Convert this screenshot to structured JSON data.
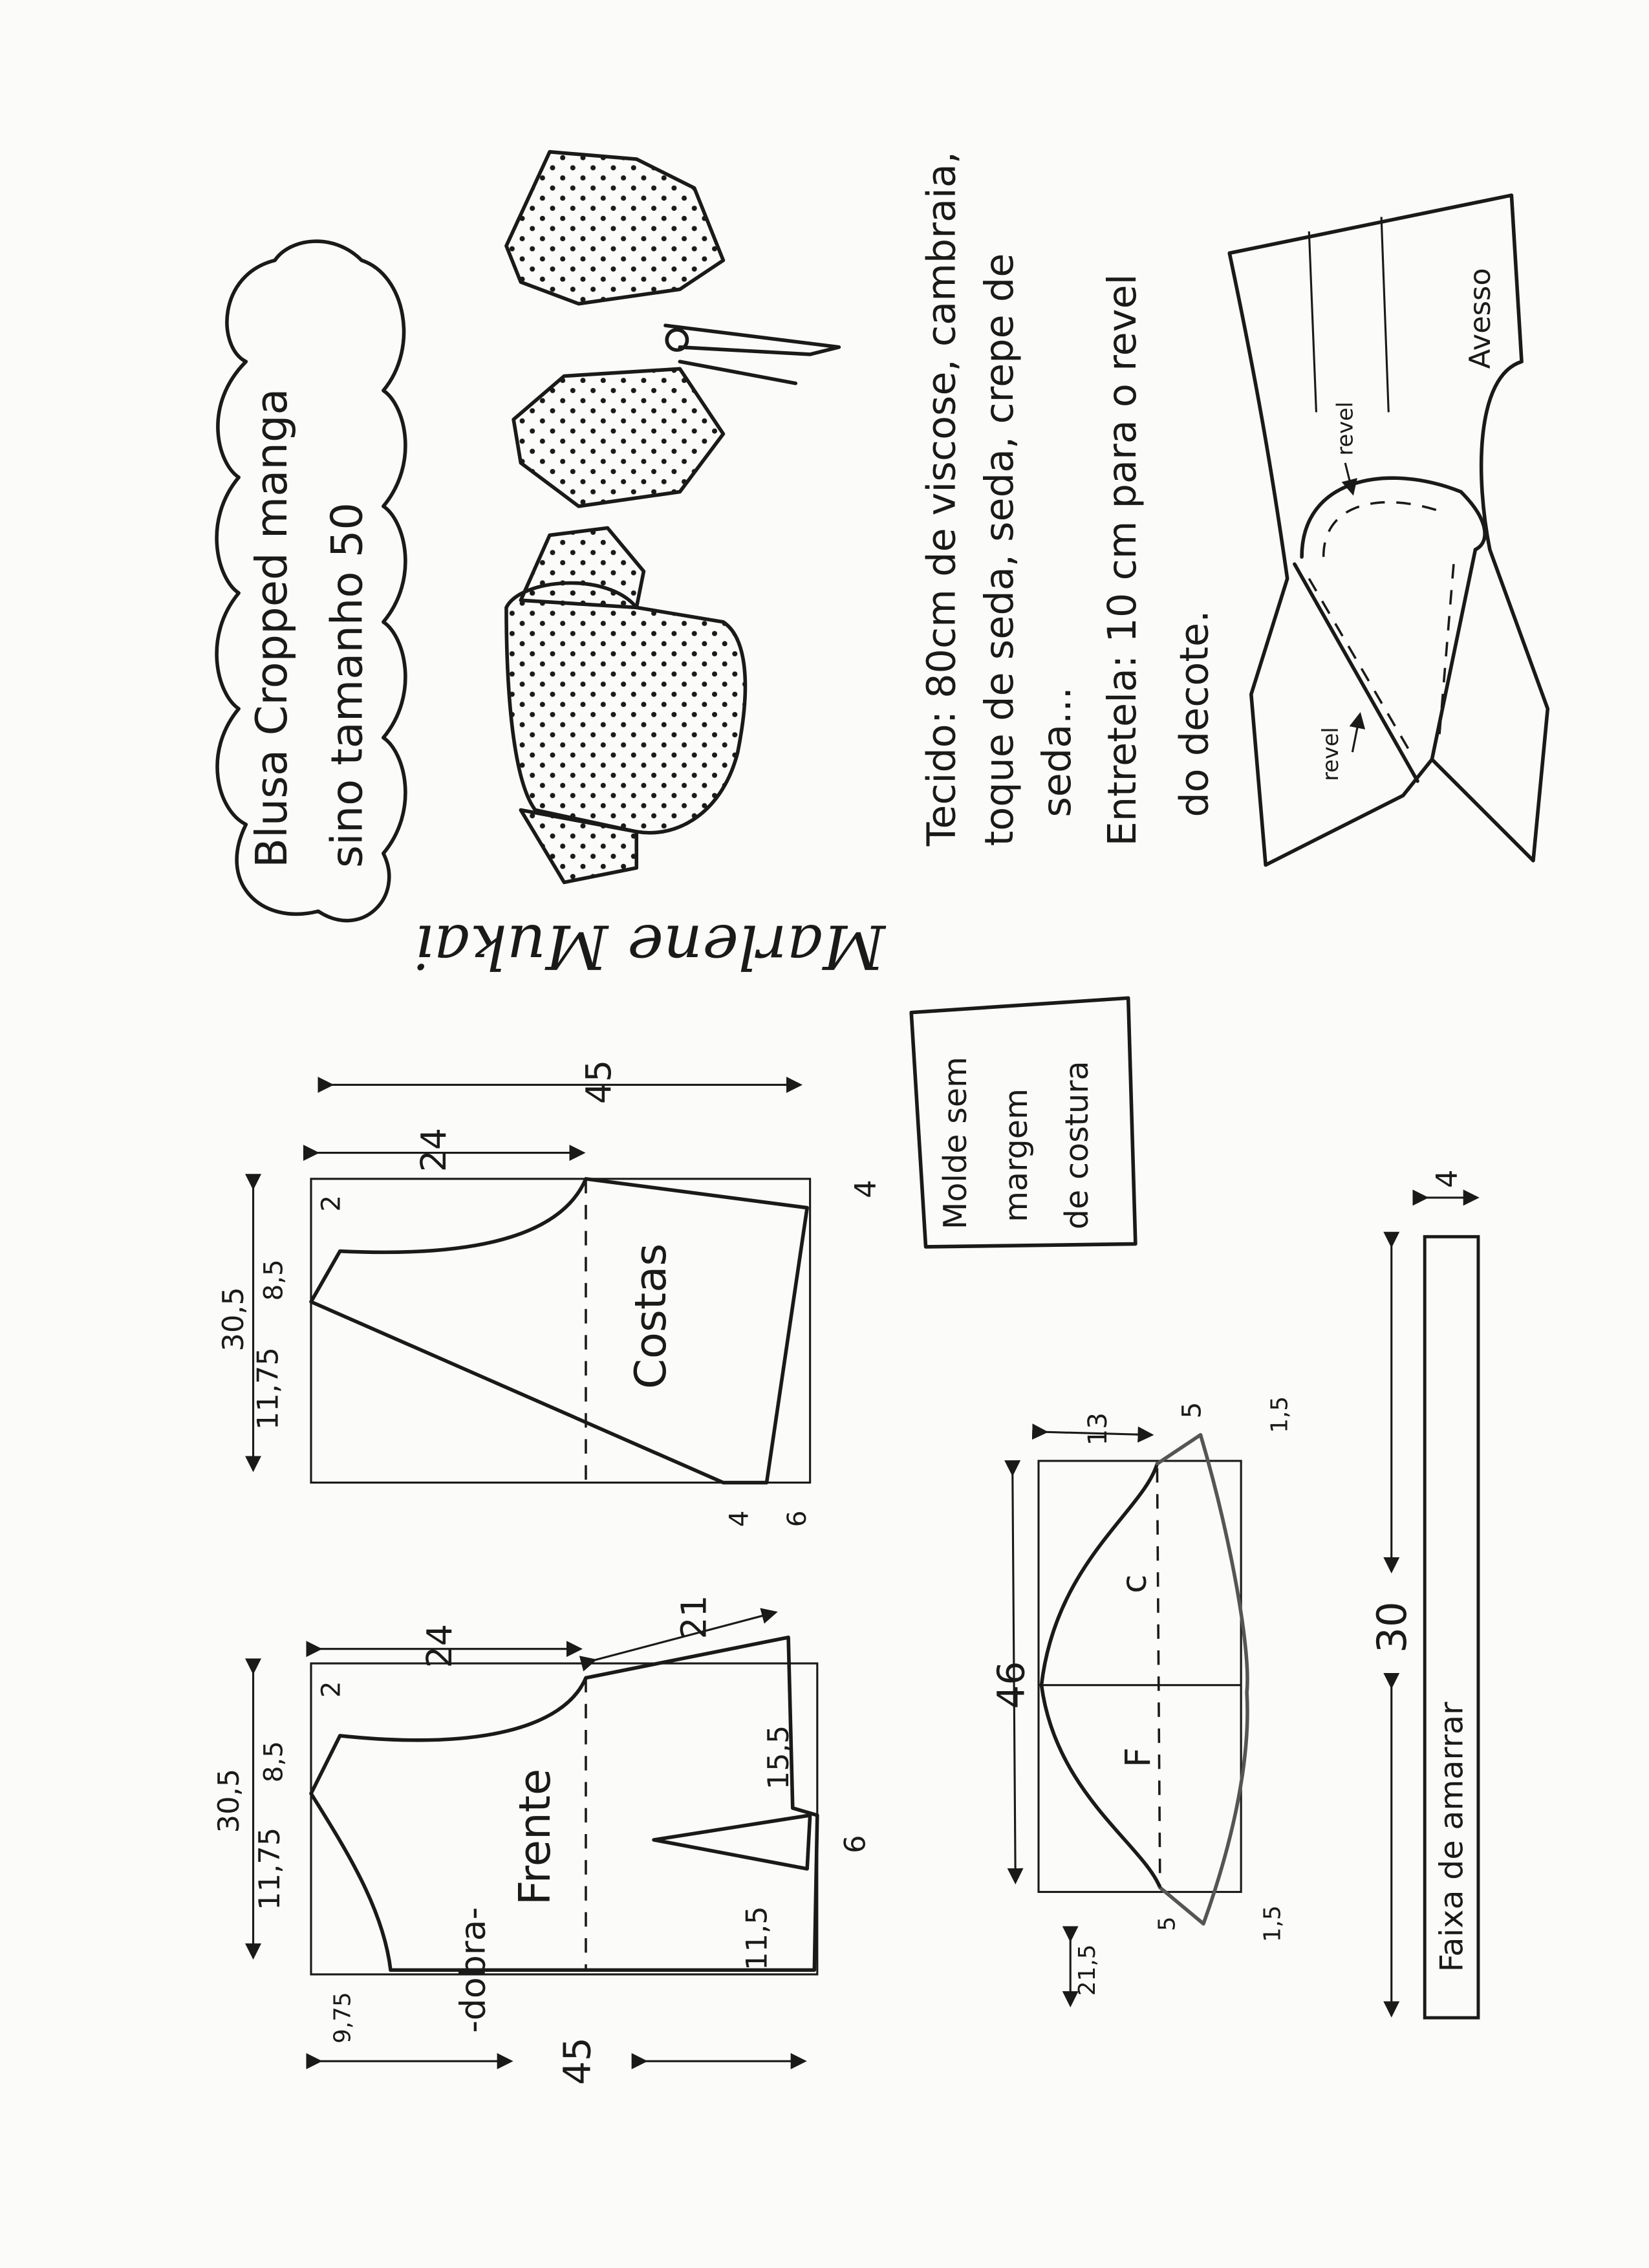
{
  "title": {
    "line1": "Blusa Cropped manga",
    "line2": "sino tamanho 50"
  },
  "signature": "Marlene Mukai",
  "materials": {
    "line1": "Tecido: 80cm de viscose, cambraia,",
    "line2": "toque de seda, seda, crepe de",
    "line3": "seda...",
    "line4": "Entretela: 10 cm para o revel",
    "line5": "do decote."
  },
  "facing_diagram": {
    "avesso": "Avesso",
    "revel_top": "revel",
    "revel_bottom": "revel"
  },
  "note": {
    "line1": "Molde sem",
    "line2": "margem",
    "line3": "de costura"
  },
  "costas": {
    "label": "Costas",
    "width_total": "45",
    "neck_width": "24",
    "neck_drop": "2",
    "shoulder": "8,5",
    "height": "30,5",
    "side": "11,75",
    "hem_right": "4",
    "bottom_a": "4",
    "bottom_b": "6"
  },
  "frente": {
    "label": "Frente",
    "fold": "-dobra-",
    "neck_width": "24",
    "slant": "21",
    "neck_drop": "2",
    "shoulder": "8,5",
    "height": "30,5",
    "side": "11,75",
    "dart_pos": "15,5",
    "dart_width": "6",
    "hem": "11,5",
    "bottom": "9,75",
    "width_total": "45"
  },
  "manga": {
    "top": "13",
    "top_ext": "5",
    "top_rise": "1,5",
    "width": "46",
    "back_label": "c",
    "front_label": "F",
    "bottom_ext": "5",
    "bottom_rise": "1,5",
    "height": "21,5"
  },
  "faixa": {
    "label": "Faixa de amarrar",
    "length": "30",
    "width": "4"
  }
}
